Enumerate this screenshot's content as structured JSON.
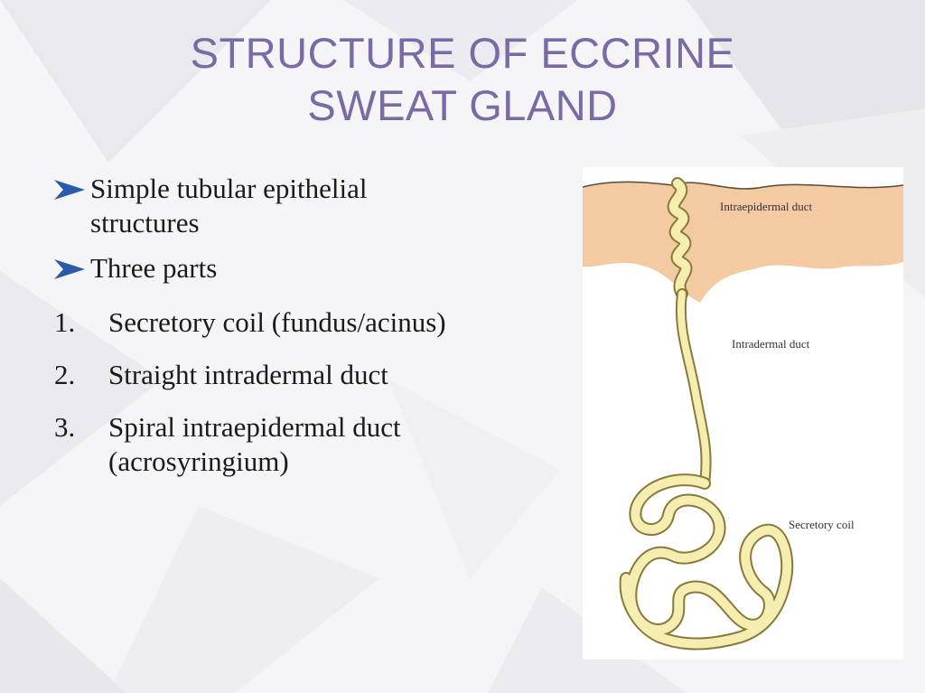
{
  "slide": {
    "title_line1": "STRUCTURE OF ECCRINE",
    "title_line2": "SWEAT GLAND",
    "bullets": [
      {
        "text_line1": "Simple tubular epithelial",
        "text_line2": "structures"
      },
      {
        "text_line1": "Three parts"
      }
    ],
    "numbered": [
      {
        "num": "1.",
        "text": "Secretory coil (fundus/acinus)"
      },
      {
        "num": "2.",
        "text": "Straight intradermal duct"
      },
      {
        "num": "3.",
        "text": "Spiral intraepidermal duct",
        "text_line2": "(acrosyringium)"
      }
    ]
  },
  "figure": {
    "label_intraepidermal": "Intraepidermal duct",
    "label_intradermal": "Intradermal duct",
    "label_secretory": "Secretory coil"
  },
  "colors": {
    "title": "#7a6aa5",
    "arrow": "#2a5aa8",
    "epidermis": "#f2c9a0",
    "duct_fill": "#f6eeb0",
    "duct_outline": "#8a7a3a"
  }
}
